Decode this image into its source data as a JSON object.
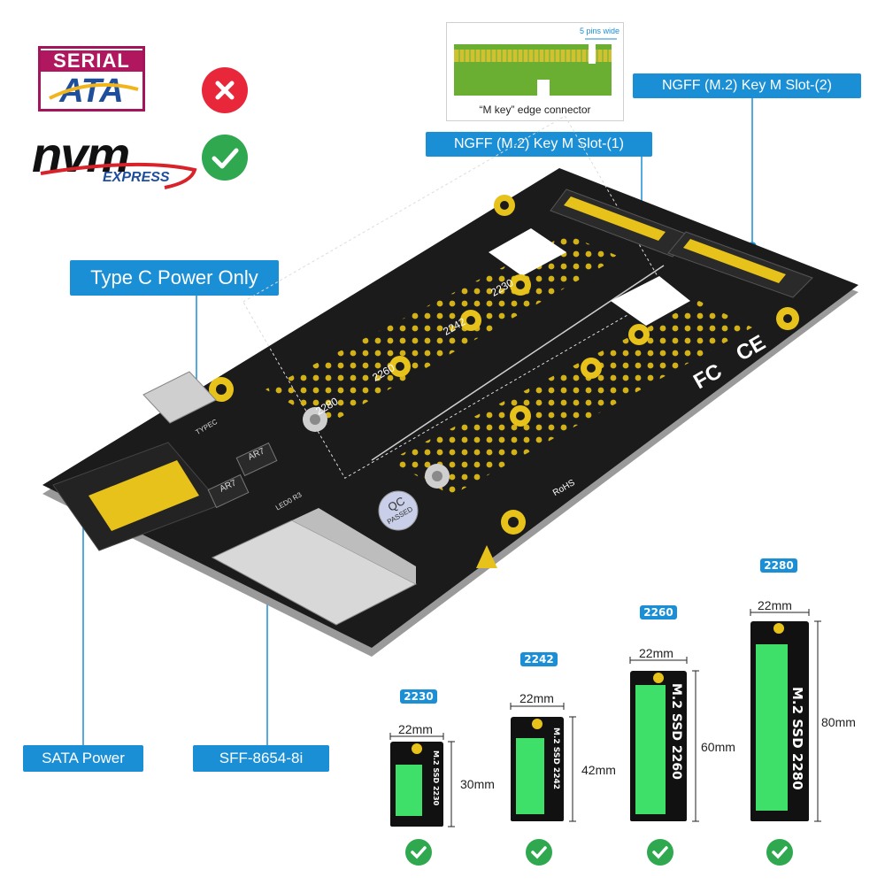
{
  "logos": {
    "sata_line1": "SERIAL",
    "sata_line2": "ATA",
    "nvm_main": "nvm",
    "nvm_sub": "EXPRESS"
  },
  "edge_connector": {
    "pins_wide_label": "5 pins wide",
    "caption": "“M key” edge connector"
  },
  "callouts": {
    "slot2": "NGFF (M.2) Key M Slot-(2)",
    "slot1": "NGFF (M.2) Key M Slot-(1)",
    "typec": "Type C Power Only",
    "sata_power": "SATA Power",
    "sff": "SFF-8654-8i"
  },
  "board": {
    "positions": [
      "2230",
      "2242",
      "2260",
      "2280"
    ],
    "qc_line1": "QC",
    "qc_line2": "PASSED",
    "fc": "FC",
    "ce": "CE",
    "rohs": "RoHS",
    "chip": "AR7",
    "typec_silk": "TYPEC",
    "led_silk": "LED0 R3"
  },
  "ssds": [
    {
      "tag": "2230",
      "width": "22mm",
      "length": "30mm",
      "label": "M.2 SSD 2230"
    },
    {
      "tag": "2242",
      "width": "22mm",
      "length": "42mm",
      "label": "M.2 SSD 2242"
    },
    {
      "tag": "2260",
      "width": "22mm",
      "length": "60mm",
      "label": "M.2 SSD 2260"
    },
    {
      "tag": "2280",
      "width": "22mm",
      "length": "80mm",
      "label": "M.2 SSD 2280"
    }
  ],
  "colors": {
    "accent": "#1a8fd6",
    "pcb": "#1b1b1b",
    "gold": "#e6c21a",
    "ssd_chip": "#3ee06a",
    "check": "#2fa84f",
    "cross": "#e8283a"
  }
}
